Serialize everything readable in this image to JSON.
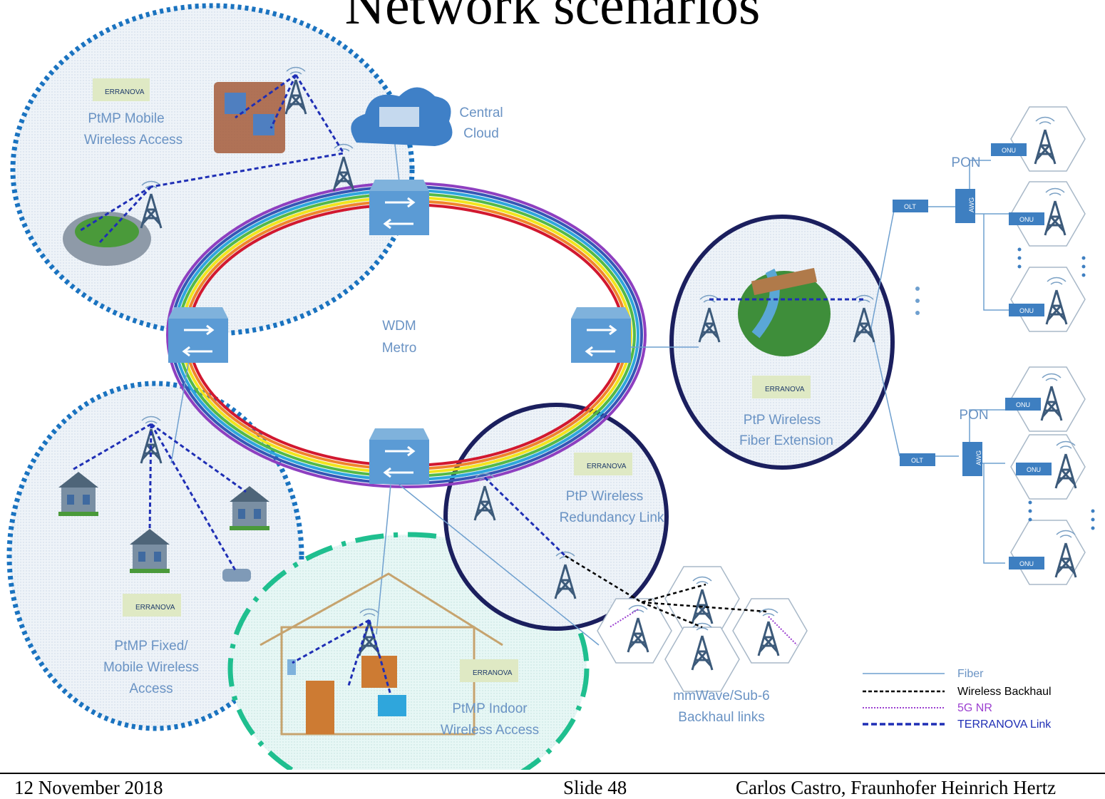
{
  "slide": {
    "title": "Network scenarios",
    "footer": {
      "date": "12 November 2018",
      "slide_number": "Slide 48",
      "author": "Carlos Castro, Fraunhofer Heinrich Hertz"
    }
  },
  "labels": {
    "central_cloud": [
      "Central",
      "Cloud"
    ],
    "wdm_metro": [
      "WDM",
      "Metro"
    ],
    "ptmp_mobile": [
      "PtMP Mobile",
      "Wireless Access"
    ],
    "ptmp_fixed": [
      "PtMP Fixed/",
      "Mobile Wireless",
      "Access"
    ],
    "ptmp_indoor": [
      "PtMP Indoor",
      "Wireless Access"
    ],
    "ptp_redundancy": [
      "PtP Wireless",
      "Redundancy Link"
    ],
    "ptp_fiber_ext": [
      "PtP Wireless",
      "Fiber Extension"
    ],
    "mmwave": [
      "mmWave/Sub-6",
      "Backhaul links"
    ],
    "pon_top": "PON",
    "pon_bottom": "PON",
    "olt": "OLT",
    "awg": "AWG",
    "onu": "ONU",
    "terranova_logo": "ERRANOVA"
  },
  "legend": [
    {
      "label": "Fiber",
      "style": "fiber"
    },
    {
      "label": "Wireless Backhaul",
      "style": "wireless-backhaul"
    },
    {
      "label": "5G NR",
      "style": "5g-nr"
    },
    {
      "label": "TERRANOVA Link",
      "style": "terranova-link"
    }
  ],
  "colors": {
    "fiber": "#6fa0cf",
    "wireless_backhaul": "#000000",
    "5g_nr": "#9b3fd0",
    "terranova_link": "#1f2fb5",
    "label_text": "#6a93c4",
    "dotted_circle": "#1a73c0",
    "dark_circle": "#1b1f5e",
    "indoor_circle": "#1fbf8f"
  }
}
